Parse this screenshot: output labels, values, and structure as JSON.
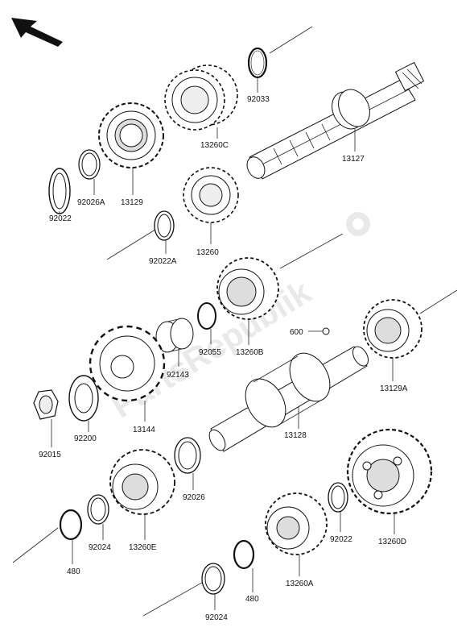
{
  "watermark": {
    "text": "PartsRepublik"
  },
  "parts": {
    "p92033": "92033",
    "p13260C": "13260C",
    "p13127": "13127",
    "p92026A": "92026A",
    "p13129": "13129",
    "p92022_top": "92022",
    "p92022A": "92022A",
    "p13260": "13260",
    "p13260B": "13260B",
    "p92055": "92055",
    "p92143": "92143",
    "p600": "600",
    "p13129A": "13129A",
    "p13144": "13144",
    "p92200": "92200",
    "p92015": "92015",
    "p13128": "13128",
    "p92026": "92026",
    "p92024_left": "92024",
    "p13260E": "13260E",
    "p480_left": "480",
    "p92022_bottom": "92022",
    "p13260D": "13260D",
    "p13260A": "13260A",
    "p480_bottom": "480",
    "p92024_bottom": "92024"
  }
}
